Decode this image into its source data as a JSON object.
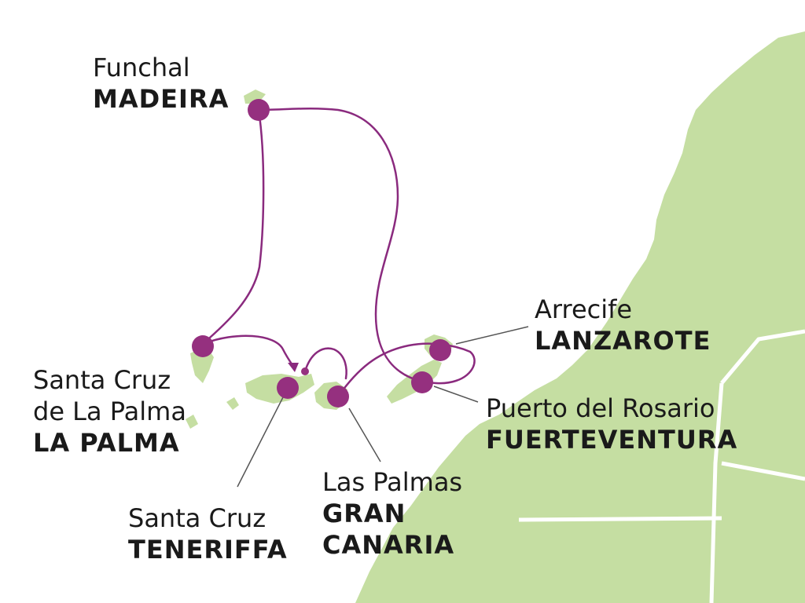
{
  "colors": {
    "land": "#c5dea2",
    "border": "#ffffff",
    "route": "#8a2a7e",
    "port": "#95307f",
    "leader": "#555555",
    "text": "#1a1a1a"
  },
  "ports": [
    {
      "id": "madeira",
      "city": "Funchal",
      "island": "MADEIRA"
    },
    {
      "id": "la-palma",
      "city": "Santa Cruz de La Palma",
      "city_lines": [
        "Santa Cruz",
        "de La Palma"
      ],
      "island": "LA PALMA"
    },
    {
      "id": "teneriffa",
      "city": "Santa Cruz",
      "island": "TENERIFFA"
    },
    {
      "id": "gran-canaria",
      "city": "Las Palmas",
      "island_lines": [
        "GRAN",
        "CANARIA"
      ]
    },
    {
      "id": "lanzarote",
      "city": "Arrecife",
      "island": "LANZAROTE"
    },
    {
      "id": "fuerteventura",
      "city": "Puerto del Rosario",
      "island": "FUERTEVENTURA"
    }
  ]
}
